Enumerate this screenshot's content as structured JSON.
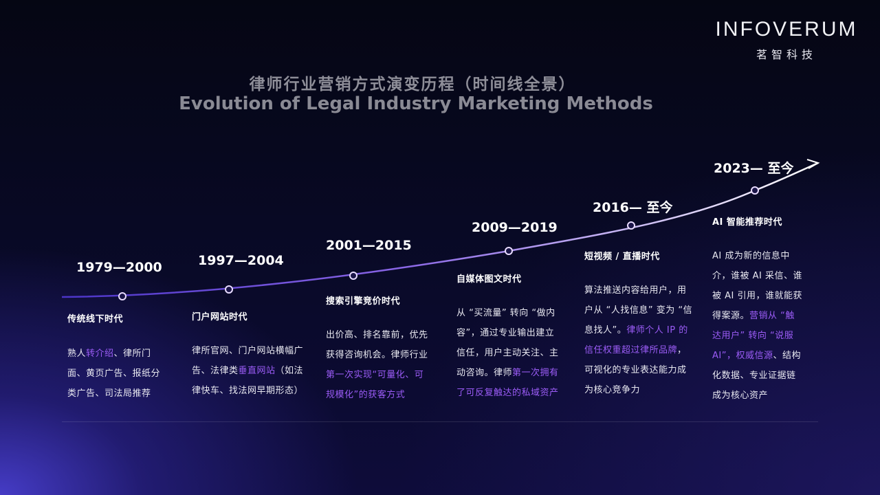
{
  "brand": {
    "name_en": "INFOVERUM",
    "name_zh": "茗智科技"
  },
  "title": {
    "zh": "律师行业营销方式演变历程（时间线全景）",
    "en": "Evolution of Legal Industry Marketing Methods"
  },
  "colors": {
    "highlight": "#9b5cf6",
    "curve_start": "#5b3fd6",
    "curve_end": "#ffffff"
  },
  "eras": [
    {
      "years": "1979—2000",
      "name": "传统线下时代",
      "desc": [
        {
          "t": "熟人"
        },
        {
          "t": "转介绍",
          "hl": true
        },
        {
          "t": "、律所门面、黄页广告、报纸分类广告、司法局推荐"
        }
      ]
    },
    {
      "years": "1997—2004",
      "name": "门户网站时代",
      "desc": [
        {
          "t": "律所官网、门户网站横幅广告、法律类"
        },
        {
          "t": "垂直网站",
          "hl": true
        },
        {
          "t": "（如法律快车、找法网早期形态）"
        }
      ]
    },
    {
      "years": "2001—2015",
      "name": "搜索引擎竞价时代",
      "desc": [
        {
          "t": "出价高、排名靠前，优先获得咨询机会。律师行业"
        },
        {
          "t": "第一次实现“可量化、可规模化”的获客方式",
          "hl": true
        }
      ]
    },
    {
      "years": "2009—2019",
      "name": "自媒体图文时代",
      "desc": [
        {
          "t": "从 “买流量” 转向 “做内容”，通过专业输出建立信任，用户主动关注、主动咨询。律师"
        },
        {
          "t": "第一次拥有了可反复触达的私域资产",
          "hl": true
        }
      ]
    },
    {
      "years": "2016— 至今",
      "name": "短视频 / 直播时代",
      "desc": [
        {
          "t": "算法推送内容给用户，用户从 “人找信息” 变为 “信息找人”。"
        },
        {
          "t": "律师个人 IP 的信任权重超过律所品牌",
          "hl": true
        },
        {
          "t": "，可视化的专业表达能力成为核心竞争力"
        }
      ]
    },
    {
      "years": "2023— 至今",
      "name": "AI 智能推荐时代",
      "desc": [
        {
          "t": "AI 成为新的信息中介，谁被 AI 采信、谁被 AI 引用，谁就能获得案源。"
        },
        {
          "t": "营销从 “触达用户” 转向 “说服 AI”，权威信源",
          "hl": true
        },
        {
          "t": "、结构化数据、专业证据链成为核心资产"
        }
      ]
    }
  ]
}
